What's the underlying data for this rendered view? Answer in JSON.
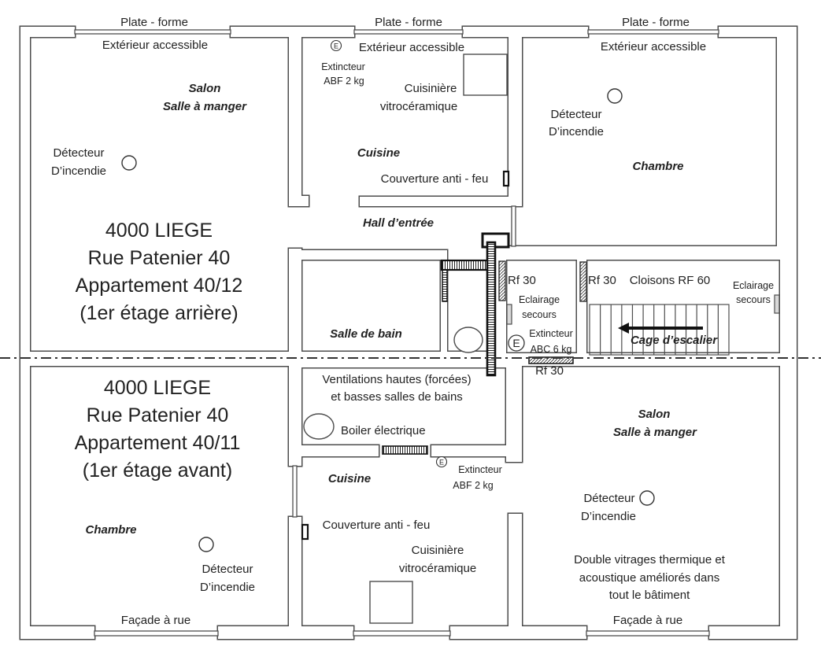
{
  "rear_apartment": {
    "address": {
      "city": "4000 LIEGE",
      "street": "Rue Patenier 40",
      "unit": "Appartement 40/12",
      "floor": "(1er étage arrière)"
    },
    "platform_labels": [
      "Plate - forme",
      "Plate - forme",
      "Plate - forme"
    ],
    "exterior_labels": [
      "Extérieur accessible",
      "Extérieur accessible",
      "Extérieur accessible"
    ],
    "living_room": {
      "name": [
        "Salon",
        "Salle à manger"
      ],
      "detector": [
        "Détecteur",
        "D’incendie"
      ]
    },
    "kitchen": {
      "name": "Cuisine",
      "extinguisher_symbol": "E",
      "extinguisher": [
        "Extincteur",
        "ABF 2 kg"
      ],
      "cooker": [
        "Cuisinière",
        "vitrocéramique"
      ],
      "fire_blanket": "Couverture anti - feu"
    },
    "bedroom": {
      "name": "Chambre",
      "detector": [
        "Détecteur",
        "D’incendie"
      ]
    },
    "hall": "Hall d’entrée",
    "bathroom": "Salle de bain"
  },
  "common_areas": {
    "fire_doors": [
      "Rf 30",
      "Rf 30",
      "Rf 30"
    ],
    "partitions": "Cloisons RF 60",
    "emergency_lights": [
      [
        "Eclairage",
        "secours"
      ],
      [
        "Eclairage",
        "secours"
      ]
    ],
    "extinguisher_symbol": "E",
    "extinguisher": [
      "Extincteur",
      "ABC 6 kg"
    ],
    "staircase": "Cage d’escalier",
    "ventilation": [
      "Ventilations hautes (forcées)",
      "et basses salles de bains"
    ],
    "boiler": "Boiler électrique"
  },
  "front_apartment": {
    "address": {
      "city": "4000 LIEGE",
      "street": "Rue Patenier 40",
      "unit": "Appartement 40/11",
      "floor": "(1er étage avant)"
    },
    "street_facade_labels": [
      "Façade à rue",
      "Façade à rue"
    ],
    "kitchen": {
      "name": "Cuisine",
      "extinguisher_symbol": "E",
      "extinguisher": [
        "Extincteur",
        "ABF 2 kg"
      ],
      "cooker": [
        "Cuisinière",
        "vitrocéramique"
      ],
      "fire_blanket": "Couverture anti - feu"
    },
    "living_room": {
      "name": [
        "Salon",
        "Salle à manger"
      ],
      "detector": [
        "Détecteur",
        "D’incendie"
      ]
    },
    "bedroom": {
      "name": "Chambre",
      "detector": [
        "Détecteur",
        "D’incendie"
      ]
    },
    "glazing_note": [
      "Double vitrages thermique et",
      "acoustique améliorés dans",
      "tout le bâtiment"
    ]
  },
  "colors": {
    "line": "#4d4d4d",
    "text": "#222222",
    "fixture": "#111111"
  }
}
